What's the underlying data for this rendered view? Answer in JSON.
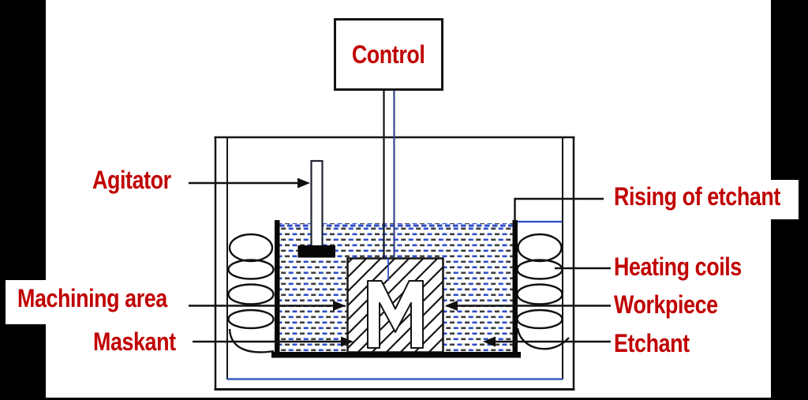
{
  "figure": {
    "type": "labeled-diagram",
    "control_label": "Control",
    "labels": {
      "agitator": "Agitator",
      "rising_of_etchant": "Rising of etchant",
      "heating_coils": "Heating coils",
      "machining_area": "Machining area",
      "workpiece": "Workpiece",
      "maskant": "Maskant",
      "etchant": "Etchant"
    },
    "colors": {
      "label_red": "#C00000",
      "line_black": "#111111",
      "accent_blue": "#2D4EC8",
      "background": "#FFFFFF",
      "edge_band": "#000000"
    }
  }
}
